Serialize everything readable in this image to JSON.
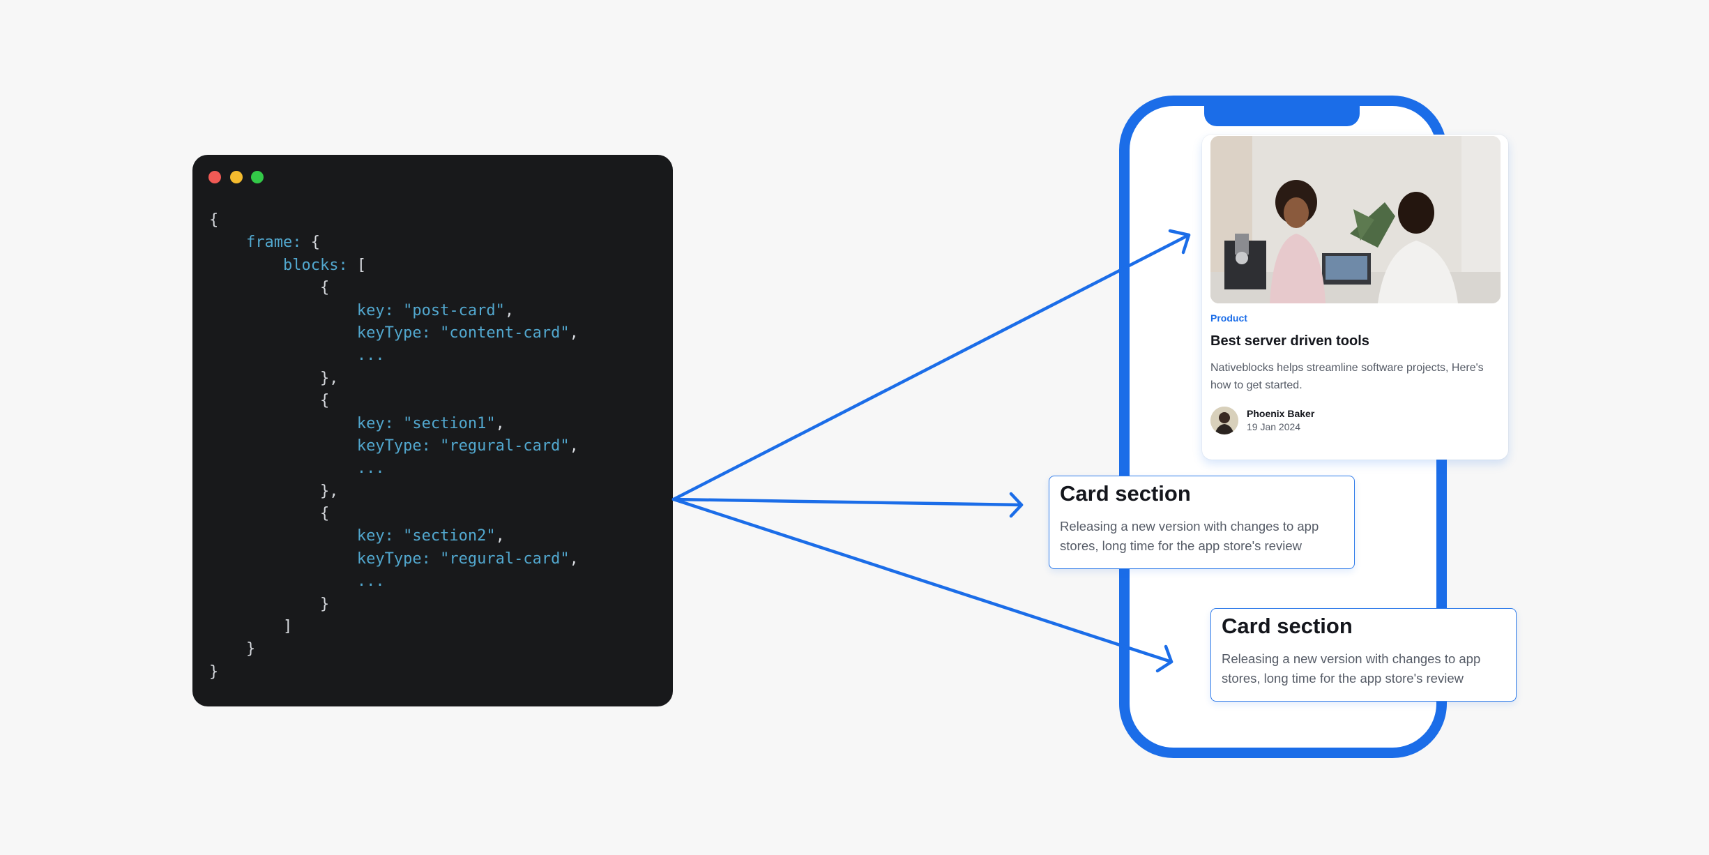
{
  "code_window": {
    "lines": [
      [
        {
          "t": "p",
          "v": "{"
        }
      ],
      [
        {
          "t": "p",
          "v": "    "
        },
        {
          "t": "k",
          "v": "frame:"
        },
        {
          "t": "p",
          "v": " {"
        }
      ],
      [
        {
          "t": "p",
          "v": "        "
        },
        {
          "t": "k",
          "v": "blocks:"
        },
        {
          "t": "p",
          "v": " ["
        }
      ],
      [
        {
          "t": "p",
          "v": "            {"
        }
      ],
      [
        {
          "t": "p",
          "v": "                "
        },
        {
          "t": "k",
          "v": "key:"
        },
        {
          "t": "p",
          "v": " "
        },
        {
          "t": "s",
          "v": "\"post-card\""
        },
        {
          "t": "p",
          "v": ","
        }
      ],
      [
        {
          "t": "p",
          "v": "                "
        },
        {
          "t": "k",
          "v": "keyType:"
        },
        {
          "t": "p",
          "v": " "
        },
        {
          "t": "s",
          "v": "\"content-card\""
        },
        {
          "t": "p",
          "v": ","
        }
      ],
      [
        {
          "t": "p",
          "v": "                "
        },
        {
          "t": "k",
          "v": "..."
        }
      ],
      [
        {
          "t": "p",
          "v": "            },"
        }
      ],
      [
        {
          "t": "p",
          "v": "            {"
        }
      ],
      [
        {
          "t": "p",
          "v": "                "
        },
        {
          "t": "k",
          "v": "key:"
        },
        {
          "t": "p",
          "v": " "
        },
        {
          "t": "s",
          "v": "\"section1\""
        },
        {
          "t": "p",
          "v": ","
        }
      ],
      [
        {
          "t": "p",
          "v": "                "
        },
        {
          "t": "k",
          "v": "keyType:"
        },
        {
          "t": "p",
          "v": " "
        },
        {
          "t": "s",
          "v": "\"regural-card\""
        },
        {
          "t": "p",
          "v": ","
        }
      ],
      [
        {
          "t": "p",
          "v": "                "
        },
        {
          "t": "k",
          "v": "..."
        }
      ],
      [
        {
          "t": "p",
          "v": "            },"
        }
      ],
      [
        {
          "t": "p",
          "v": "            {"
        }
      ],
      [
        {
          "t": "p",
          "v": "                "
        },
        {
          "t": "k",
          "v": "key:"
        },
        {
          "t": "p",
          "v": " "
        },
        {
          "t": "s",
          "v": "\"section2\""
        },
        {
          "t": "p",
          "v": ","
        }
      ],
      [
        {
          "t": "p",
          "v": "                "
        },
        {
          "t": "k",
          "v": "keyType:"
        },
        {
          "t": "p",
          "v": " "
        },
        {
          "t": "s",
          "v": "\"regural-card\""
        },
        {
          "t": "p",
          "v": ","
        }
      ],
      [
        {
          "t": "p",
          "v": "                "
        },
        {
          "t": "k",
          "v": "..."
        }
      ],
      [
        {
          "t": "p",
          "v": "            }"
        }
      ],
      [
        {
          "t": "p",
          "v": "        ]"
        }
      ],
      [
        {
          "t": "p",
          "v": "    }"
        }
      ],
      [
        {
          "t": "p",
          "v": "}"
        }
      ]
    ]
  },
  "post_card": {
    "tag": "Product",
    "title": "Best server driven tools",
    "description": "Nativeblocks helps streamline software projects, Here's how to get started.",
    "author_name": "Phoenix Baker",
    "author_date": "19 Jan 2024"
  },
  "section_cards": [
    {
      "title": "Card section",
      "body": "Releasing a new version with changes to app stores, long time for the app store's review"
    },
    {
      "title": "Card section",
      "body": "Releasing a new version with changes to app stores, long time for the app store's review"
    }
  ],
  "colors": {
    "accent": "#1b6de8",
    "code_bg": "#18191b",
    "code_key": "#52a8cf",
    "code_punct": "#d6d9de",
    "background": "#f7f7f7"
  }
}
